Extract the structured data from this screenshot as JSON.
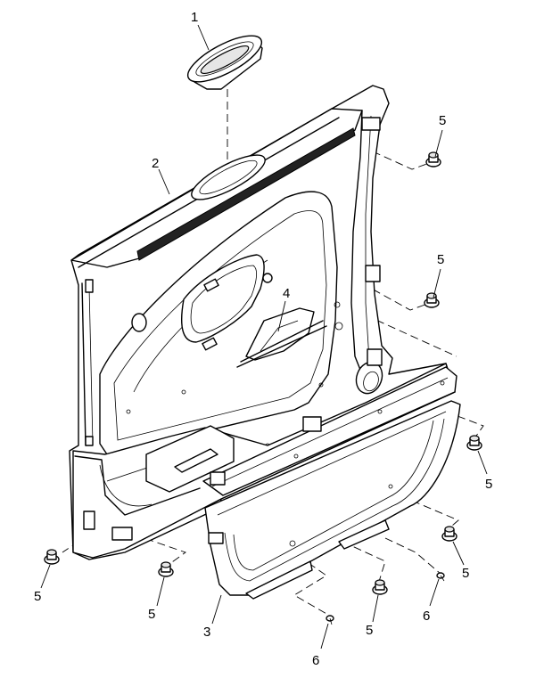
{
  "callouts": [
    {
      "id": "c1",
      "label": "1"
    },
    {
      "id": "c2",
      "label": "2"
    },
    {
      "id": "c3",
      "label": "3"
    },
    {
      "id": "c4",
      "label": "4"
    },
    {
      "id": "c5a",
      "label": "5"
    },
    {
      "id": "c5b",
      "label": "5"
    },
    {
      "id": "c5c",
      "label": "5"
    },
    {
      "id": "c5d",
      "label": "5"
    },
    {
      "id": "c5e",
      "label": "5"
    },
    {
      "id": "c5f",
      "label": "5"
    },
    {
      "id": "c5g",
      "label": "5"
    },
    {
      "id": "c6a",
      "label": "6"
    },
    {
      "id": "c6b",
      "label": "6"
    }
  ]
}
